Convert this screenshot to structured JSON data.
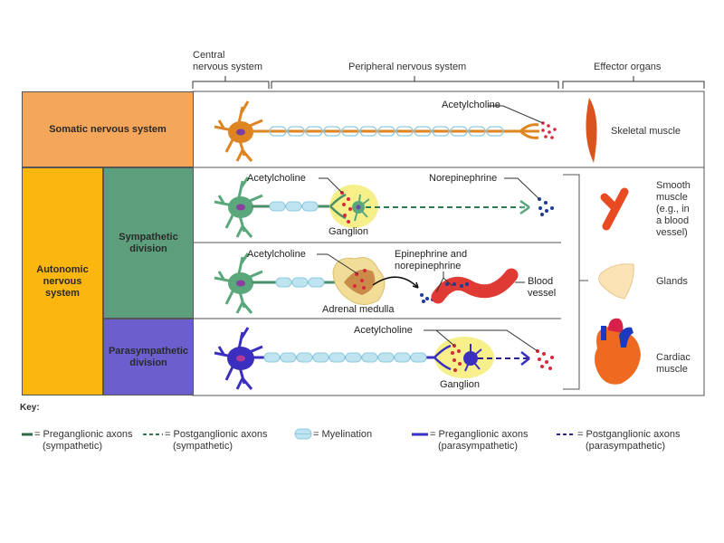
{
  "headers": {
    "central": [
      "Central",
      "nervous system"
    ],
    "peripheral": "Peripheral nervous system",
    "effector": "Effector organs"
  },
  "rows": {
    "somatic": "Somatic nervous system",
    "autonomic": [
      "Autonomic",
      "nervous",
      "system"
    ],
    "sympathetic": [
      "Sympathetic",
      "division"
    ],
    "parasympathetic": [
      "Parasympathetic",
      "division"
    ]
  },
  "labels": {
    "somatic_ach": "Acetylcholine",
    "symp_ach": "Acetylcholine",
    "norepinephrine": "Norepinephrine",
    "ganglion_symp": "Ganglion",
    "adrenal_ach": "Acetylcholine",
    "epi_norepi": [
      "Epinephrine and",
      "norepinephrine"
    ],
    "blood_vessel": [
      "Blood",
      "vessel"
    ],
    "adrenal_medulla": "Adrenal medulla",
    "para_ach": "Acetylcholine",
    "ganglion_para": "Ganglion"
  },
  "organs": {
    "skeletal": "Skeletal muscle",
    "smooth": [
      "Smooth",
      "muscle",
      "(e.g., in",
      "a blood",
      "vessel)"
    ],
    "glands": "Glands",
    "cardiac": [
      "Cardiac",
      "muscle"
    ]
  },
  "key": {
    "title": "Key:",
    "items": [
      {
        "line1": "= Preganglionic axons",
        "line2": "(sympathetic)"
      },
      {
        "line1": "= Postganglionic axons",
        "line2": "(sympathetic)"
      },
      {
        "line1": "= Myelination",
        "line2": ""
      },
      {
        "line1": "= Preganglionic axons",
        "line2": "(parasympathetic)"
      },
      {
        "line1": "= Postganglionic axons",
        "line2": "(parasympathetic)"
      }
    ]
  },
  "colors": {
    "somatic": "#f4a65a",
    "autonomic": "#fbb710",
    "sympathetic": "#5d9e7c",
    "parasympathetic": "#6a5fcc",
    "somatic_neuron": "#de8420",
    "symp_neuron": "#5aa77c",
    "para_neuron": "#3a2fbf",
    "myelin": "#8fcbe0",
    "ach_dots": "#d8283a",
    "norepi_dots": "#1d3a9c",
    "ganglion": "#f6ef8a"
  }
}
